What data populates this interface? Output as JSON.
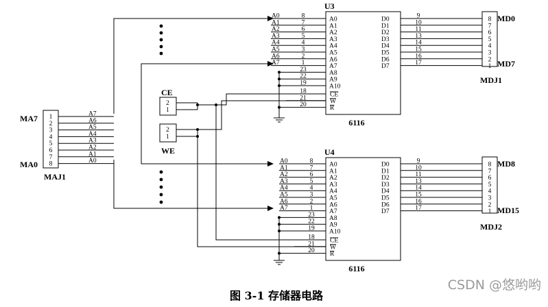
{
  "figure": {
    "caption": "图 3-1  存储器电路",
    "watermark": "CSDN @悠哟哟"
  },
  "maj1": {
    "name": "MAJ1",
    "top_label": "MA7",
    "bottom_label": "MA0",
    "pins": [
      "1",
      "2",
      "3",
      "4",
      "5",
      "6",
      "7",
      "8"
    ],
    "lines": [
      "A7",
      "A6",
      "A5",
      "A4",
      "A3",
      "A2",
      "A1",
      "A0"
    ]
  },
  "ce_switch": {
    "label": "CE",
    "pins": [
      "2",
      "1"
    ]
  },
  "we_switch": {
    "label": "WE",
    "pins": [
      "2",
      "1"
    ]
  },
  "u3": {
    "name": "U3",
    "part": "6116",
    "addr_in": [
      "A0",
      "A1",
      "A2",
      "A3",
      "A4",
      "A5",
      "A6",
      "A7"
    ],
    "addr_in_pins": [
      "8",
      "7",
      "6",
      "5",
      "4",
      "3",
      "2",
      "1"
    ],
    "addr_hi_pins": [
      "23",
      "22",
      "19"
    ],
    "ctrl_pins": [
      "18",
      "21",
      "20"
    ],
    "left_pins": [
      "A0",
      "A1",
      "A2",
      "A3",
      "A4",
      "A5",
      "A6",
      "A7",
      "A8",
      "A9",
      "A10"
    ],
    "ctrl_labels": [
      "CE",
      "W",
      "R"
    ],
    "right_pins": [
      "D0",
      "D1",
      "D2",
      "D3",
      "D4",
      "D5",
      "D6",
      "D7"
    ],
    "right_pin_nums": [
      "9",
      "10",
      "11",
      "13",
      "14",
      "15",
      "16",
      "17"
    ]
  },
  "u4": {
    "name": "U4",
    "part": "6116",
    "addr_in": [
      "A0",
      "A1",
      "A2",
      "A3",
      "A4",
      "A5",
      "A6",
      "A7"
    ],
    "addr_in_pins": [
      "8",
      "7",
      "6",
      "5",
      "4",
      "3",
      "2",
      "1"
    ],
    "addr_hi_pins": [
      "23",
      "22",
      "19"
    ],
    "ctrl_pins": [
      "18",
      "21",
      "20"
    ],
    "left_pins": [
      "A0",
      "A1",
      "A2",
      "A3",
      "A4",
      "A5",
      "A6",
      "A7",
      "A8",
      "A9",
      "A10"
    ],
    "ctrl_labels": [
      "CE",
      "W",
      "R"
    ],
    "right_pins": [
      "D0",
      "D1",
      "D2",
      "D3",
      "D4",
      "D5",
      "D6",
      "D7"
    ],
    "right_pin_nums": [
      "9",
      "10",
      "11",
      "13",
      "14",
      "15",
      "16",
      "17"
    ]
  },
  "mdj1": {
    "name": "MDJ1",
    "top_label": "MD0",
    "bottom_label": "MD7",
    "pins": [
      "8",
      "7",
      "6",
      "5",
      "4",
      "3",
      "2",
      "1"
    ]
  },
  "mdj2": {
    "name": "MDJ2",
    "top_label": "MD8",
    "bottom_label": "MD15",
    "pins": [
      "8",
      "7",
      "6",
      "5",
      "4",
      "3",
      "2",
      "1"
    ]
  }
}
